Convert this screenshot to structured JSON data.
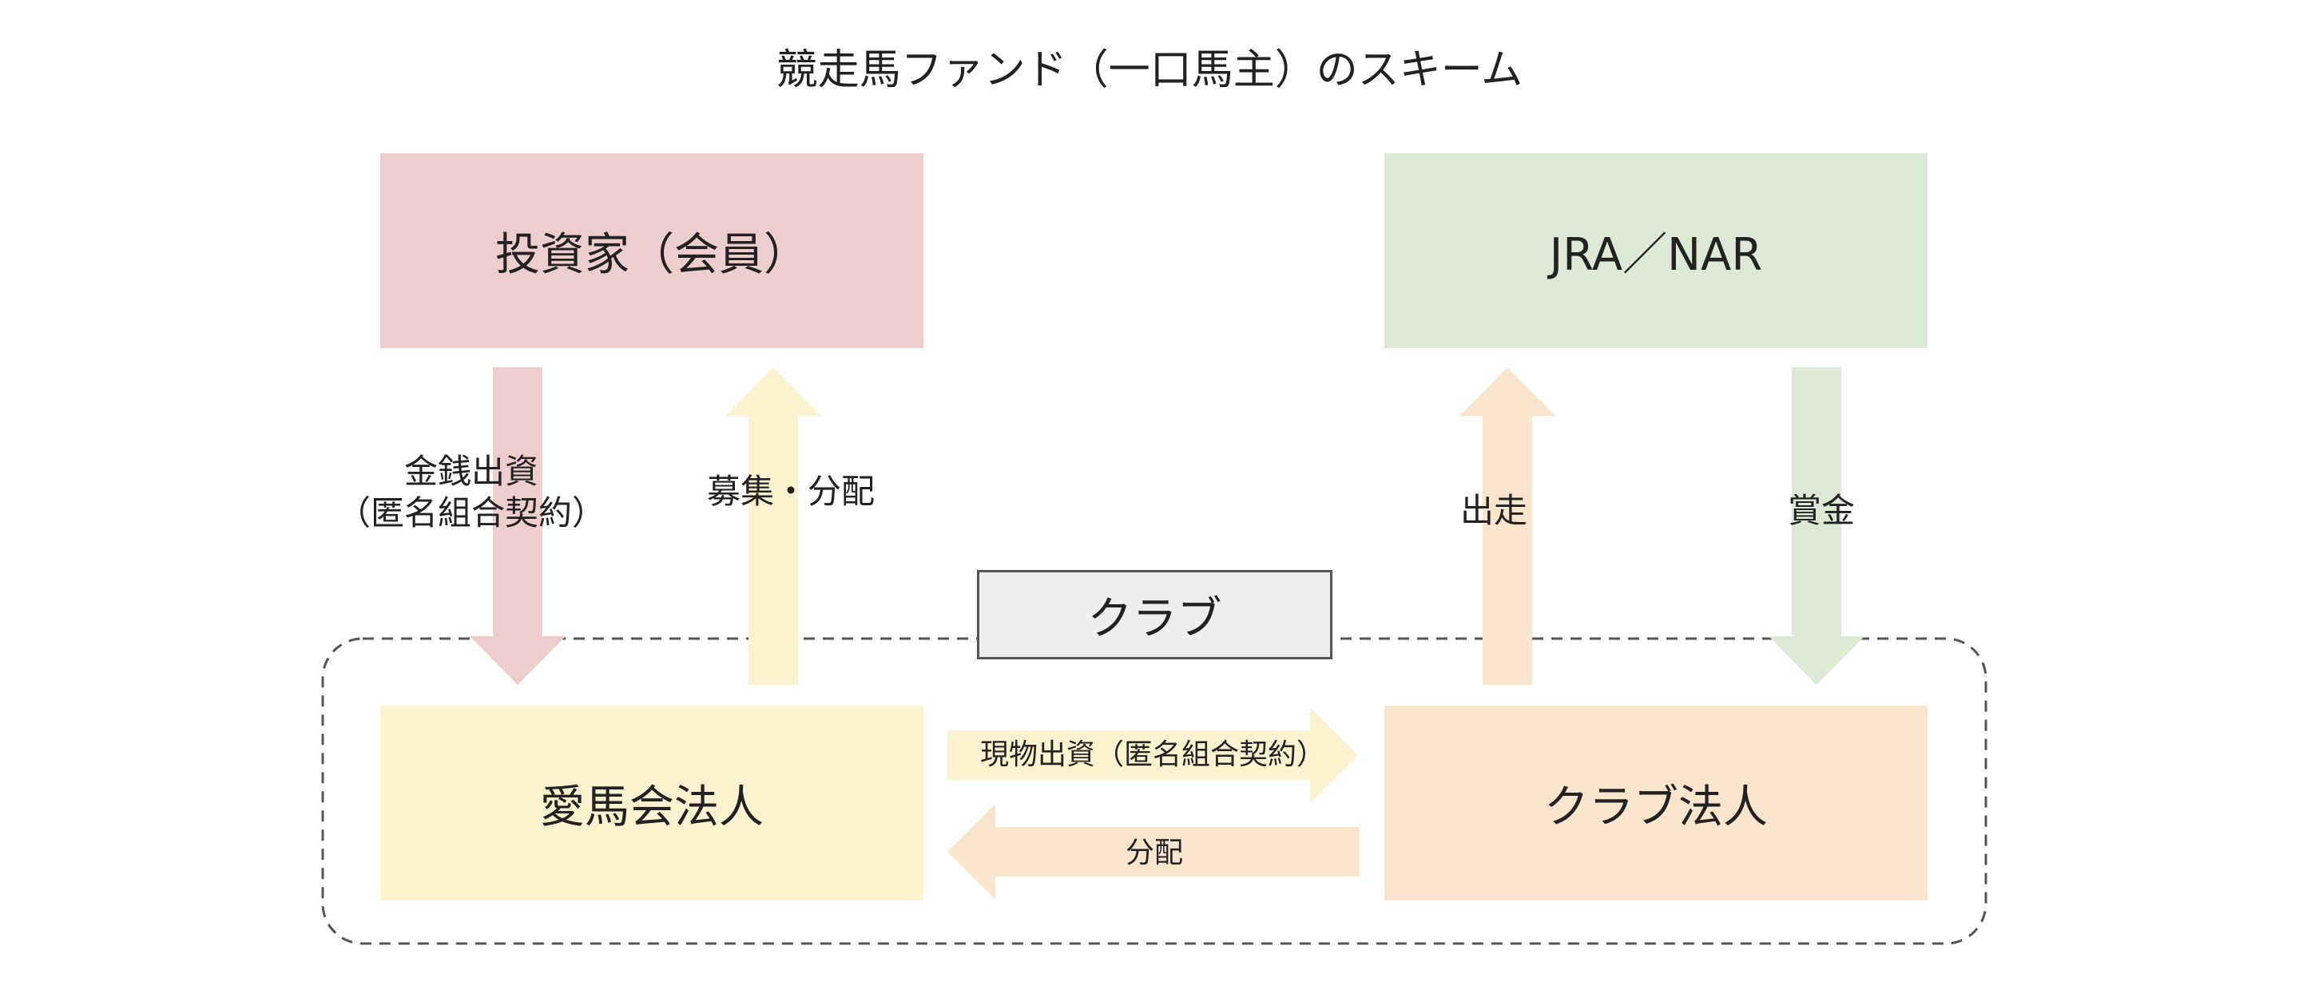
{
  "title": "競走馬ファンド（一口馬主）のスキーム",
  "nodes": {
    "investor": "投資家（会員）",
    "jra_nar": "JRA／NAR",
    "aibakai": "愛馬会法人",
    "club_corp": "クラブ法人",
    "club": "クラブ"
  },
  "edges": {
    "money_investment": "金銭出資\n（匿名組合契約）",
    "recruit_distribution": "募集・分配",
    "race_entry": "出走",
    "prize": "賞金",
    "inkind_investment": "現物出資（匿名組合契約）",
    "distribution": "分配"
  },
  "colors": {
    "investor": "#eecdcd",
    "jra_nar": "#dce9d5",
    "aibakai": "#fdf2cf",
    "club_corp": "#f9e5cc",
    "club": "#eeeeee",
    "arrow_money": "#eecdcd",
    "arrow_recruit": "#fdf2cf",
    "arrow_race": "#f9e5cc",
    "arrow_prize": "#dce9d5",
    "arrow_inkind": "#fdf2cf",
    "arrow_distribution": "#f9e5cc",
    "dashed_border": "#555555"
  }
}
